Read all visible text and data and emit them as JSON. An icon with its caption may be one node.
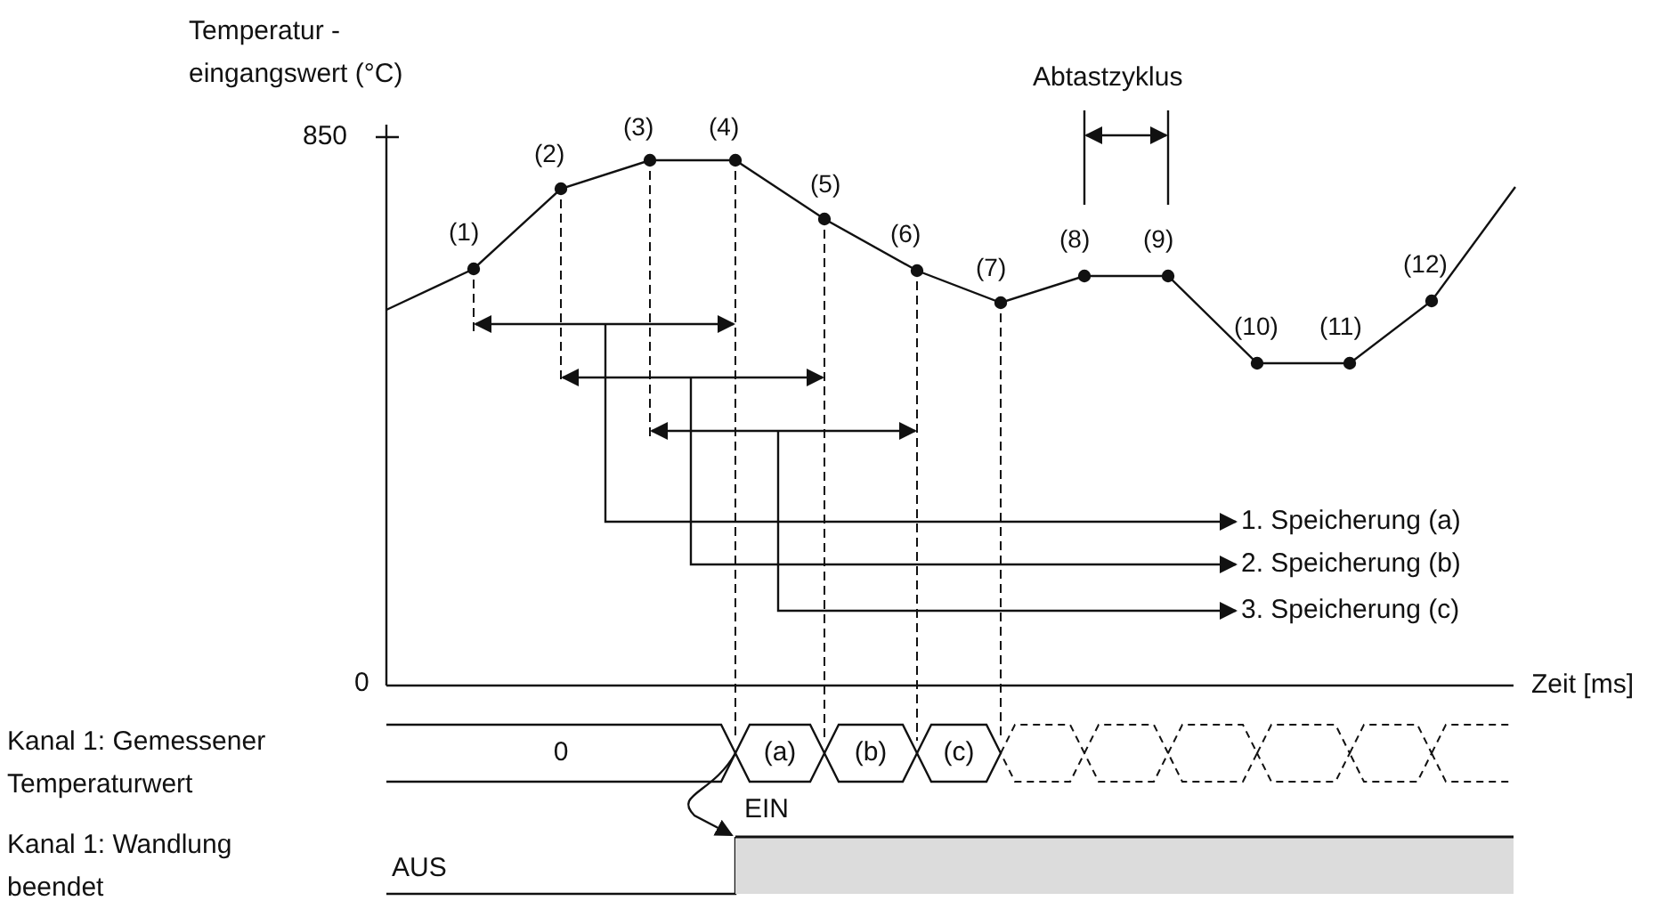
{
  "diagram": {
    "nodes": [
      {
        "text": [
          "1. Speicherung (a)"
        ]
      },
      {
        "text": [
          "2. Speicherung (b)"
        ]
      },
      {
        "text": [
          "3. Speicherung (c)"
        ]
      },
      {
        "text": [
          "0"
        ]
      },
      {
        "text": [
          "(a)"
        ]
      },
      {
        "text": [
          "(b)"
        ]
      },
      {
        "text": [
          "(c)"
        ]
      },
      {
        "text": [],
        "shape": "bar"
      },
      {
        "text": [],
        "shape": "hexagon"
      },
      {
        "text": [],
        "shape": "hexagon"
      },
      {
        "text": [],
        "shape": "hexagon"
      },
      {
        "text": [],
        "shape": "hexagon"
      },
      {
        "text": [],
        "shape": "hexagon"
      }
    ],
    "edges": [
      {
        "from": null,
        "to": 0,
        "arrow": "to"
      },
      {
        "from": null,
        "to": 1,
        "arrow": "to"
      },
      {
        "from": null,
        "to": 2,
        "arrow": "to"
      },
      {
        "from": 3,
        "to": 7,
        "arrow": "to"
      }
    ],
    "labels": [
      "Temperatur - eingangswert (°C)",
      "Abtastzyklus",
      "850",
      "(3)",
      "(4)",
      "(2)",
      "(5)",
      "(8)",
      "(9)",
      "(1)",
      "(6)",
      "(12)",
      "(7)",
      "(10)",
      "(11)",
      "0",
      "Zeit [ms]",
      "Kanal 1: Gemessener Temperaturwert",
      "EIN",
      "Kanal 1: Wandlung beendet",
      "AUS"
    ]
  }
}
